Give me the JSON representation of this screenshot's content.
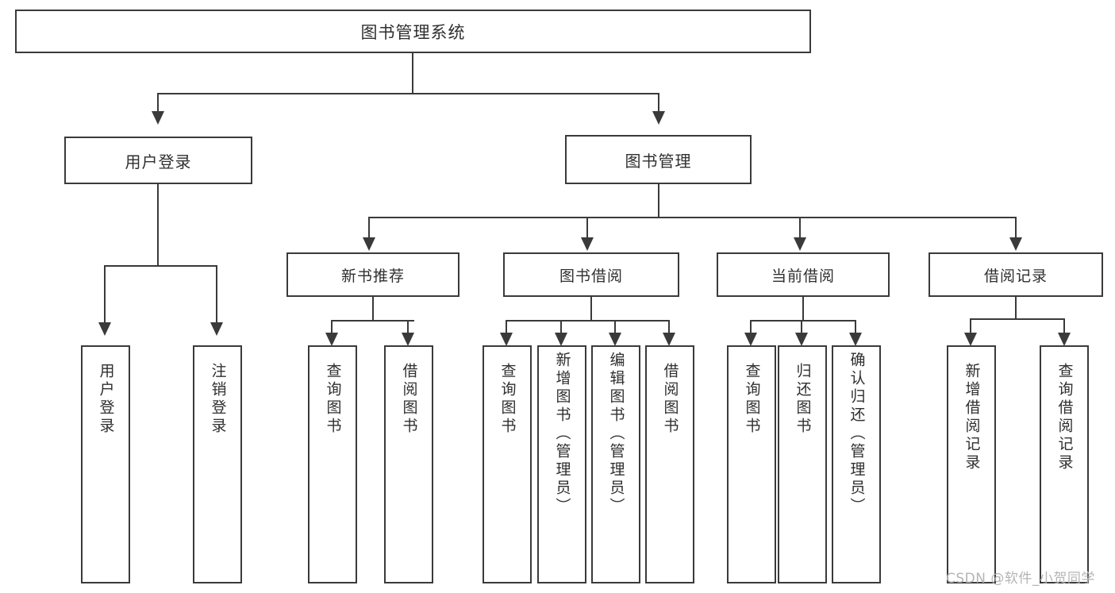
{
  "diagram": {
    "title": "图书管理系统",
    "root": {
      "label": "图书管理系统"
    },
    "level1": [
      {
        "label": "用户登录"
      },
      {
        "label": "图书管理"
      }
    ],
    "level2": [
      {
        "label": "新书推荐"
      },
      {
        "label": "图书借阅"
      },
      {
        "label": "当前借阅"
      },
      {
        "label": "借阅记录"
      }
    ],
    "leaves": {
      "user_login": [
        {
          "label": "用户登录"
        },
        {
          "label": "注销登录"
        }
      ],
      "new_book_recommend": [
        {
          "label": "查询图书"
        },
        {
          "label": "借阅图书"
        }
      ],
      "book_borrow": [
        {
          "label": "查询图书"
        },
        {
          "label": "新增图书（管理员）"
        },
        {
          "label": "编辑图书（管理员）"
        },
        {
          "label": "借阅图书"
        }
      ],
      "current_borrow": [
        {
          "label": "查询图书"
        },
        {
          "label": "归还图书"
        },
        {
          "label": "确认归还（管理员）"
        }
      ],
      "borrow_record": [
        {
          "label": "新增借阅记录"
        },
        {
          "label": "查询借阅记录"
        }
      ]
    }
  },
  "watermark": {
    "text": "CSDN @软件_小贺同学"
  },
  "colors": {
    "border": "#3a3a3a",
    "text": "#2f2f2f",
    "background": "#ffffff",
    "watermark": "#b4b4b4"
  }
}
